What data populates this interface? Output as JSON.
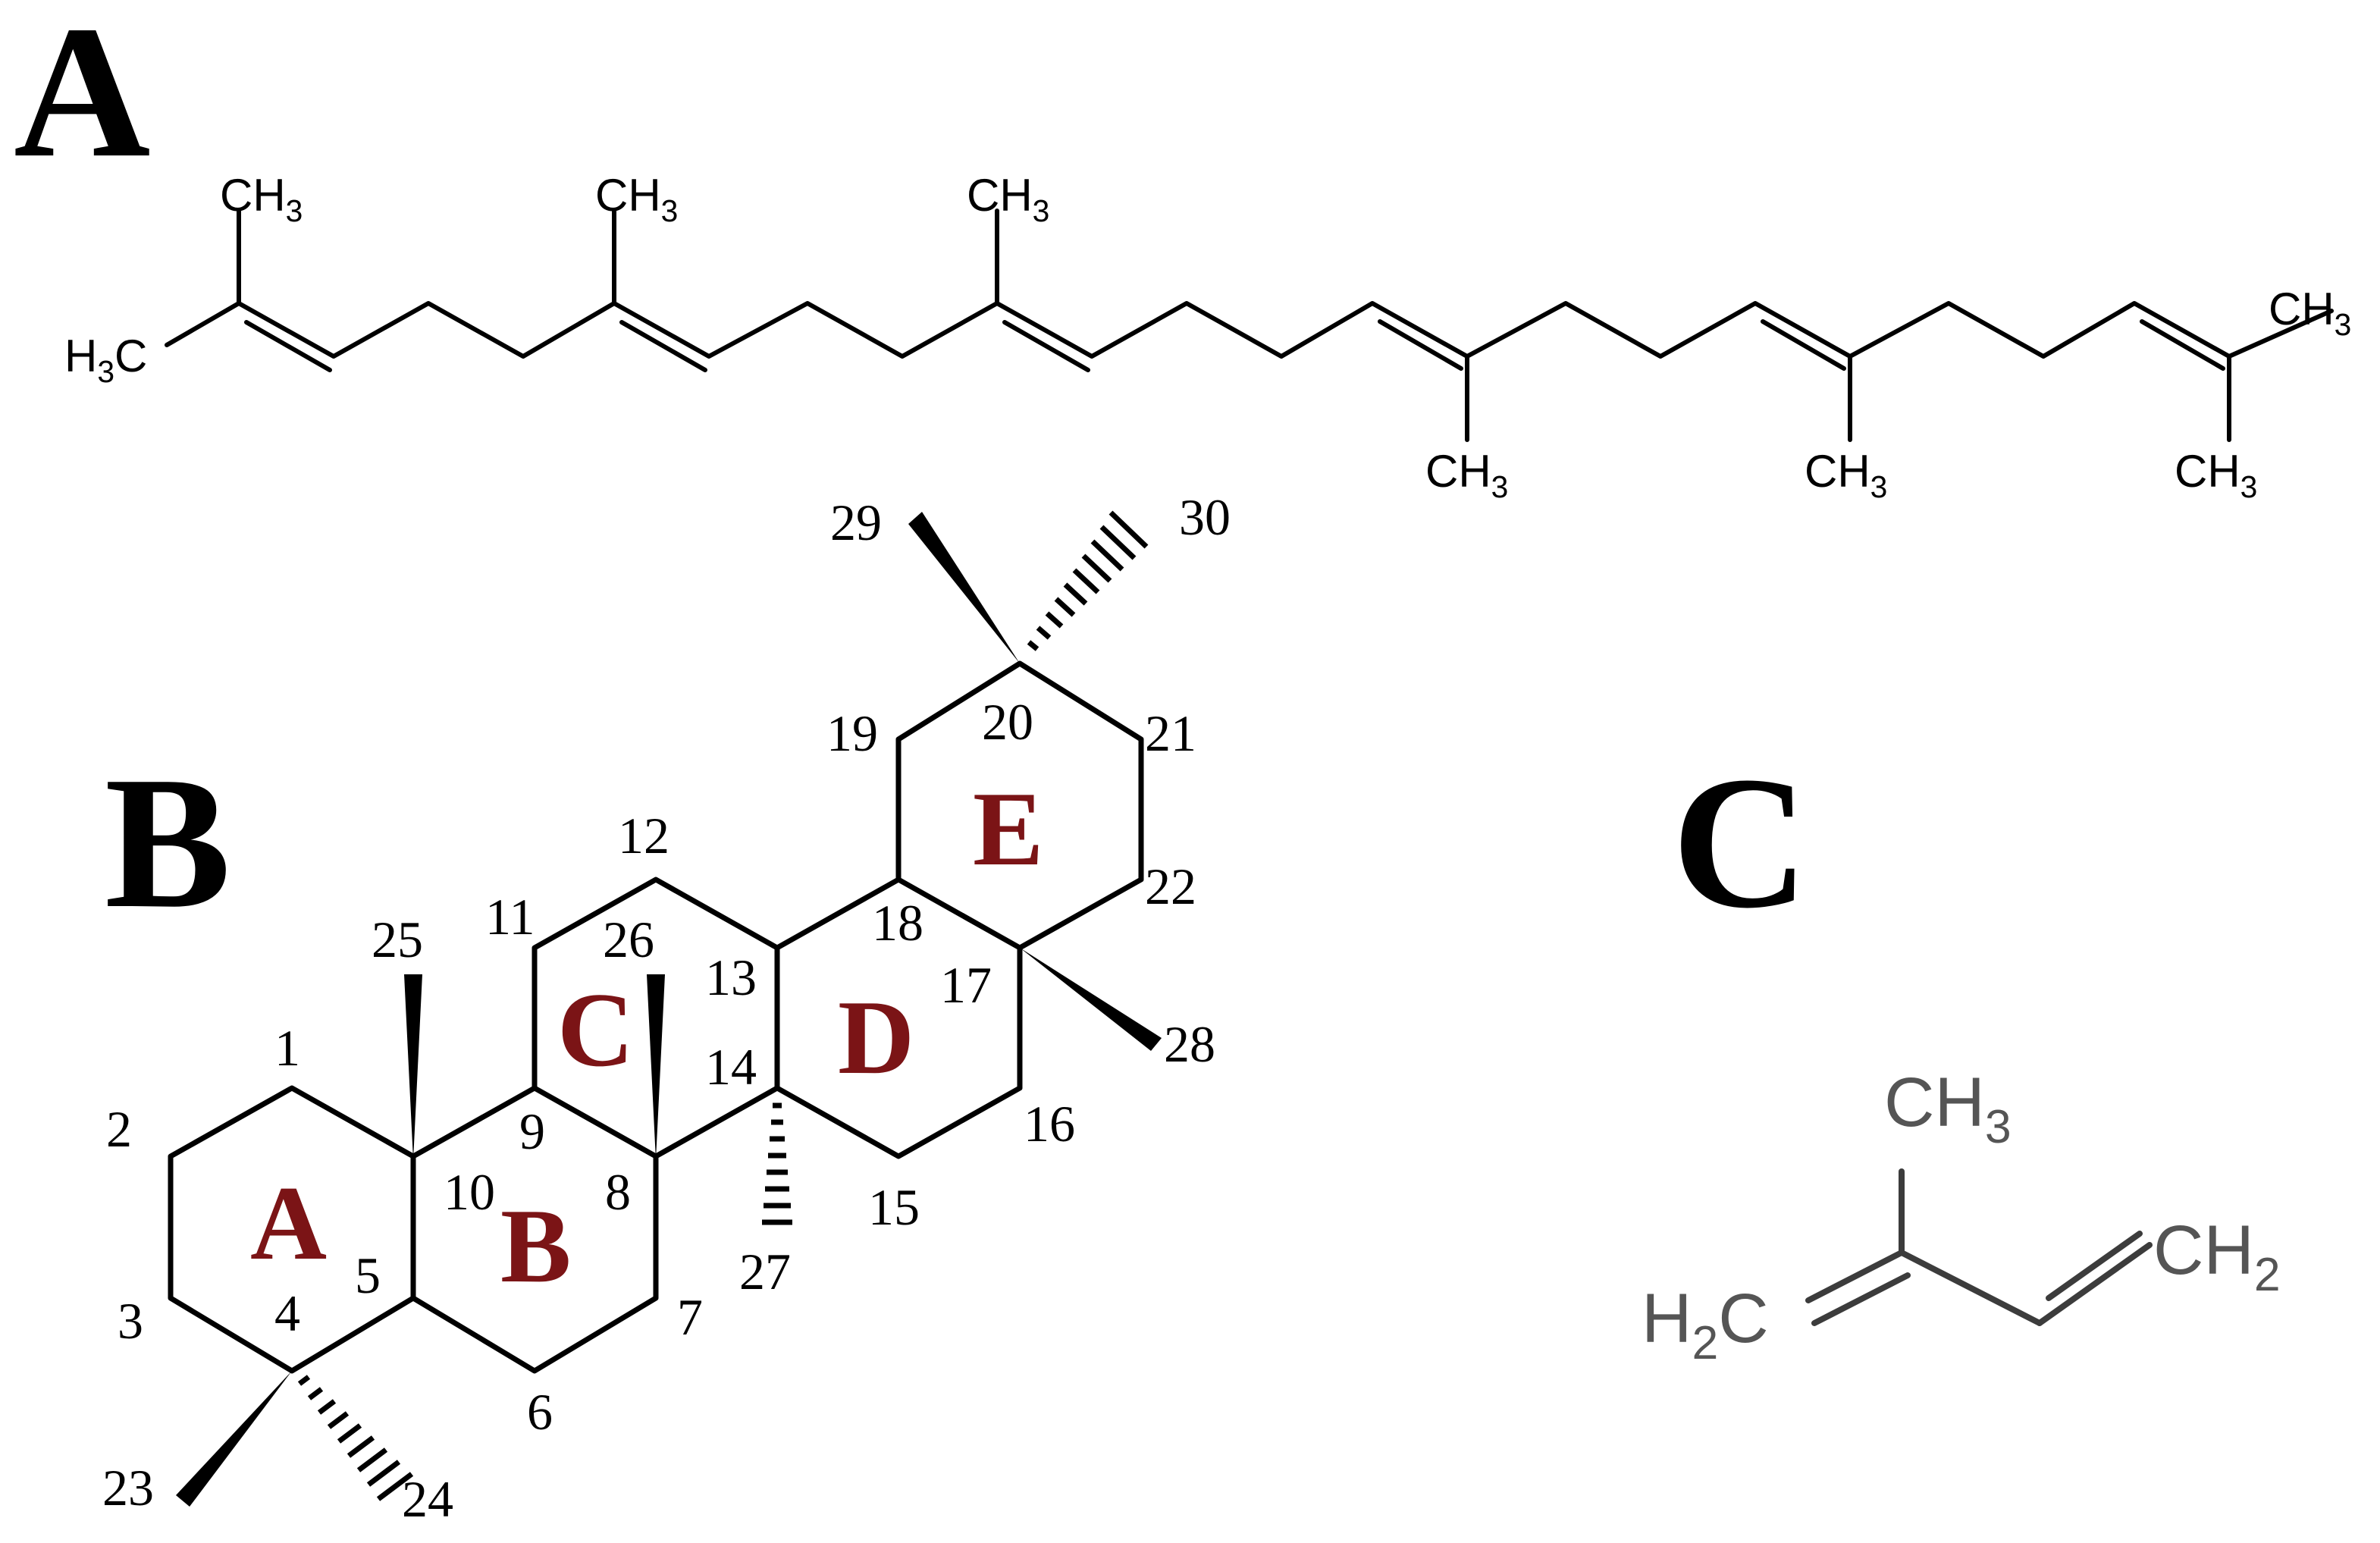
{
  "panels": {
    "a": "A",
    "b": "B",
    "c": "C"
  },
  "squalene": {
    "methyl_label": "CH",
    "methyl_left_label": "H",
    "methyl_left_suffix": "C",
    "subscript": "3"
  },
  "triterpene": {
    "rings": {
      "a": "A",
      "b": "B",
      "c": "C",
      "d": "D",
      "e": "E"
    },
    "atoms": {
      "c1": "1",
      "c2": "2",
      "c3": "3",
      "c4": "4",
      "c5": "5",
      "c6": "6",
      "c7": "7",
      "c8": "8",
      "c9": "9",
      "c10": "10",
      "c11": "11",
      "c12": "12",
      "c13": "13",
      "c14": "14",
      "c15": "15",
      "c16": "16",
      "c17": "17",
      "c18": "18",
      "c19": "19",
      "c20": "20",
      "c21": "21",
      "c22": "22",
      "c23": "23",
      "c24": "24",
      "c25": "25",
      "c26": "26",
      "c27": "27",
      "c28": "28",
      "c29": "29",
      "c30": "30"
    }
  },
  "isoprene": {
    "methyl_label": "CH",
    "left_h": "H",
    "left_c": "C",
    "right_label": "CH",
    "sub3": "3",
    "sub2": "2"
  },
  "colors": {
    "ring_label": "#7b1416",
    "isoprene": "#3c3c3c"
  }
}
